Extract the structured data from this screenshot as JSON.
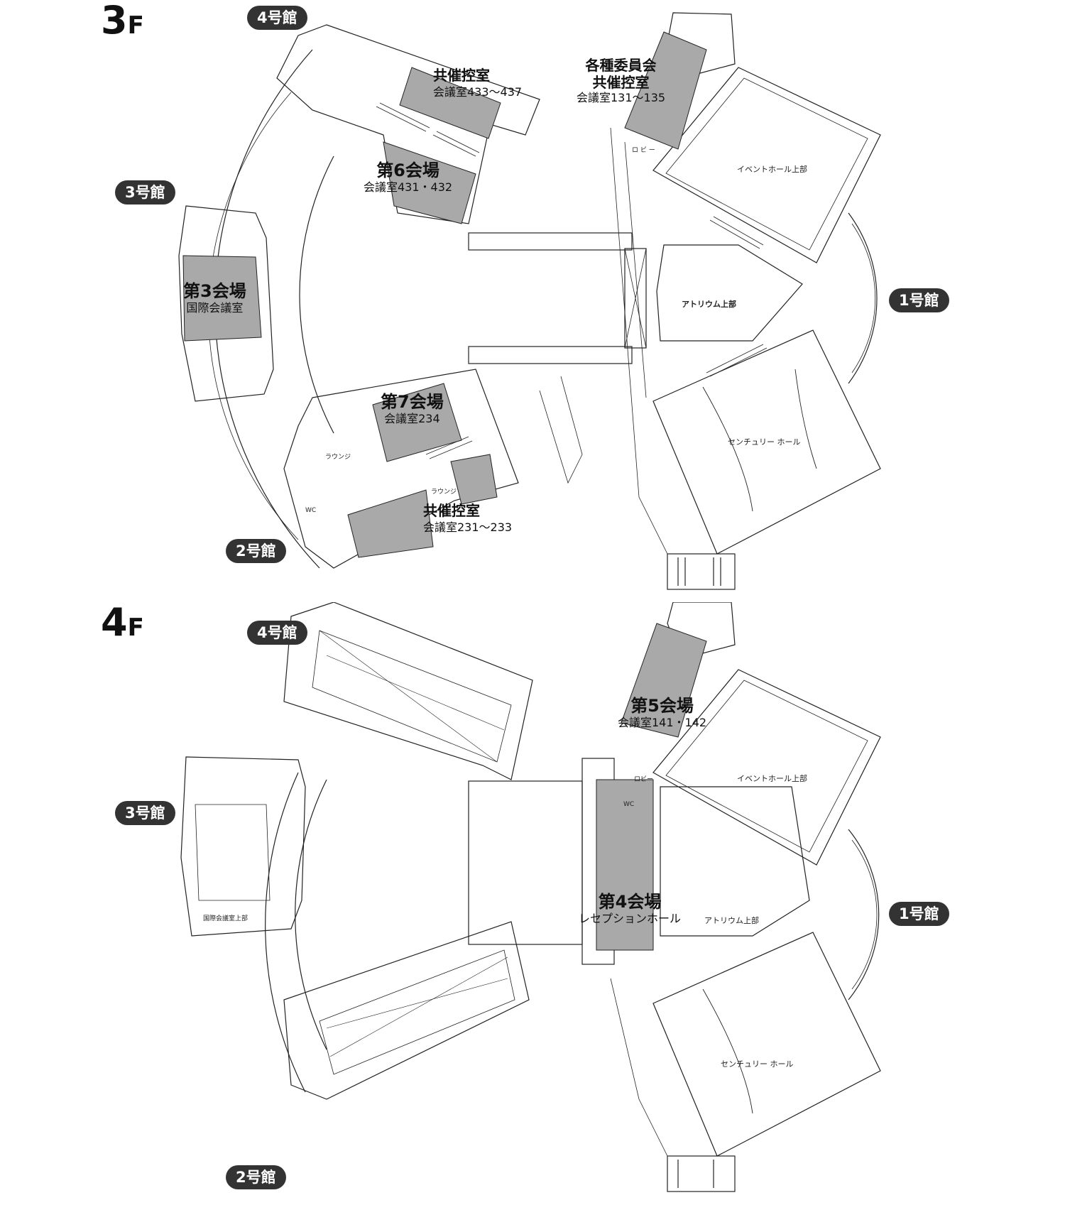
{
  "floor_3f": {
    "label_num": "3",
    "label_f": "F",
    "buildings": {
      "b4": "4号館",
      "b3": "3号館",
      "b2": "2号館",
      "b1": "1号館"
    },
    "rooms": {
      "kyosai_top_title": "共催控室",
      "kyosai_top_sub": "会議室433〜437",
      "iinkai_title1": "各種委員会",
      "iinkai_title2": "共催控室",
      "iinkai_sub": "会議室131〜135",
      "hall6_title": "第6会場",
      "hall6_sub": "会議室431・432",
      "hall3_title": "第3会場",
      "hall3_sub": "国際会議室",
      "hall7_title": "第7会場",
      "hall7_sub": "会議室234",
      "kyosai_bottom_title": "共催控室",
      "kyosai_bottom_sub": "会議室231〜233"
    },
    "plan_labels": {
      "event_hall": "イベントホール上部",
      "atrium": "アトリウム上部",
      "century_hall": "センチュリー ホール",
      "lobby": "ロ ビ ー",
      "lounge1": "ラウンジ",
      "lounge2": "ラウンジ",
      "wc": "WC"
    }
  },
  "floor_4f": {
    "label_num": "4",
    "label_f": "F",
    "buildings": {
      "b4": "4号館",
      "b3": "3号館",
      "b2": "2号館",
      "b1": "1号館"
    },
    "rooms": {
      "hall5_title": "第5会場",
      "hall5_sub": "会議室141・142",
      "hall4_title": "第4会場",
      "hall4_sub": "レセプションホール"
    },
    "plan_labels": {
      "event_hall": "イベントホール上部",
      "atrium": "アトリウム上部",
      "century_hall": "センチュリー ホール",
      "kokusai": "国際会議室上部",
      "lobby": "ロビー",
      "wc": "WC"
    }
  },
  "colors": {
    "highlight": "#a9a9a9",
    "pill": "#333333",
    "line": "#222222"
  }
}
